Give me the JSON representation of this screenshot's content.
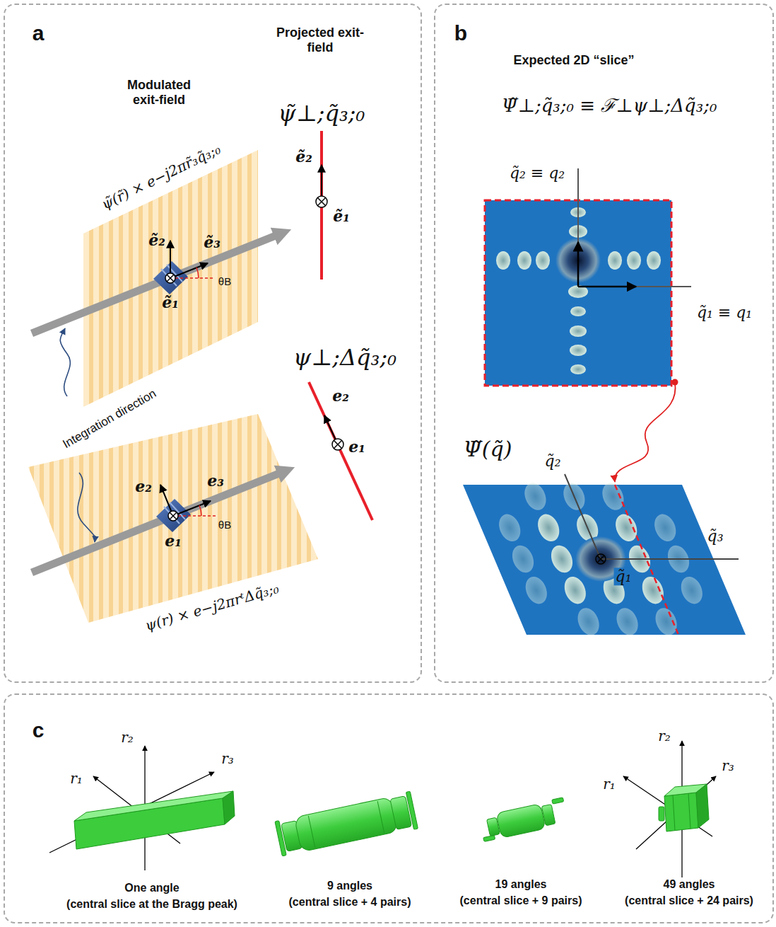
{
  "diagram": {
    "nodes": [
      {
        "text": [
          "a"
        ]
      },
      {
        "text": [
          "b"
        ]
      },
      {
        "text": [
          "c"
        ]
      }
    ],
    "labels": [
      "Projected exit-field",
      "Modulated exit-field",
      "ψ̃⊥;q̃₃;₀",
      "ẽ₂",
      "ẽ₁",
      "ψ̃(r̃) × e−j2πr̃₃q̃₃;₀",
      "ẽ₂",
      "ẽ₃",
      "θB",
      "ẽ₁",
      "ψ⊥;Δq̃₃;₀",
      "e₂",
      "e₁",
      "Integration direction",
      "e₂",
      "e₃",
      "θB",
      "e₁",
      "ψ(r) × e−j2πrᵗΔq̃₃;₀",
      "Expected 2D “slice”",
      "Ψ̃⊥;q̃₃;₀ ≡ ℱ⊥ψ⊥;Δq̃₃;₀",
      "q̃₂ ≡ q₂",
      "q̃₁ ≡ q₁",
      "Ψ̃(q̃)",
      "q̃₂",
      "q̃₃",
      "q̃₁",
      "r₂",
      "r₁",
      "r₃",
      "One angle",
      "(central slice at the Bragg peak)",
      "9 angles",
      "(central slice + 4 pairs)",
      "19 angles",
      "(central slice + 9 pairs)",
      "49 angles",
      "(central slice + 24 pairs)",
      "r₂",
      "r₁",
      "r₃"
    ]
  }
}
